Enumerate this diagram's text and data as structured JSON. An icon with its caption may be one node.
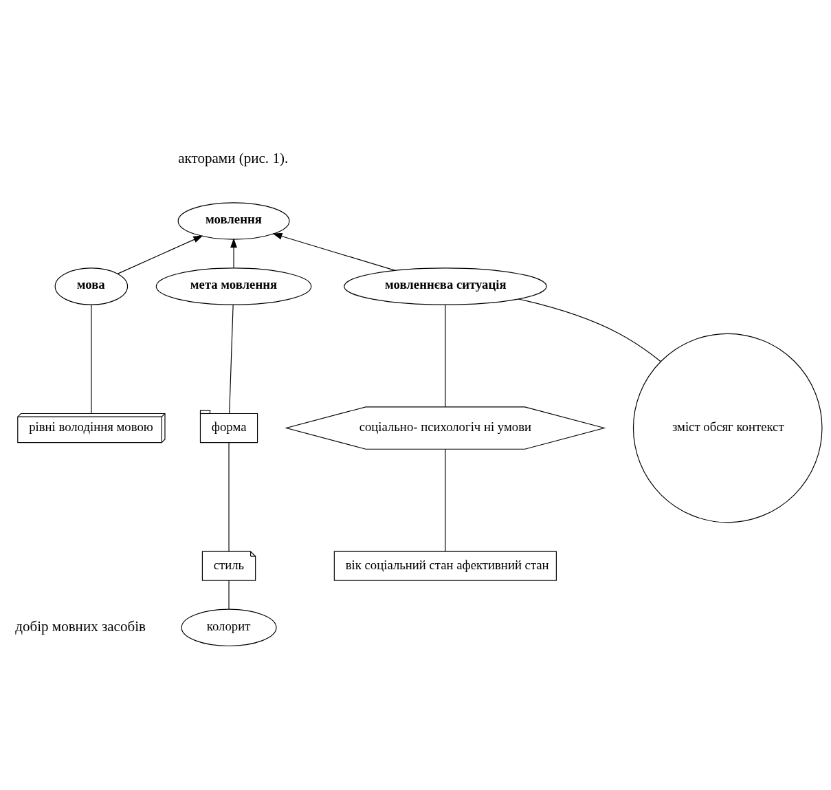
{
  "diagram": {
    "nodes": [
      {
        "text": [
          "мовлення"
        ]
      },
      {
        "text": [
          "мова"
        ]
      },
      {
        "text": [
          "мета мовлення"
        ]
      },
      {
        "text": [
          "мовленнєва ситуація"
        ]
      },
      {
        "text": [
          "рівні володіння мовою"
        ]
      },
      {
        "text": [
          "форма"
        ]
      },
      {
        "text": [
          "стиль"
        ]
      },
      {
        "text": [
          "соціально- психологіч ні умови"
        ]
      },
      {
        "text": [
          "колорит"
        ]
      },
      {
        "text": [
          "вік соціальний стан афективний стан"
        ]
      },
      {
        "text": [
          "зміст обсяг контекст"
        ]
      }
    ],
    "edges": [
      {
        "from": 1,
        "to": 0,
        "arrow": "to"
      },
      {
        "from": 2,
        "to": 0,
        "arrow": "to"
      },
      {
        "from": 3,
        "to": 0,
        "arrow": "to"
      },
      {
        "from": 1,
        "to": 4,
        "arrow": "none"
      },
      {
        "from": 2,
        "to": 5,
        "arrow": "none"
      },
      {
        "from": 5,
        "to": 6,
        "arrow": "none"
      },
      {
        "from": 6,
        "to": 8,
        "arrow": "none"
      },
      {
        "from": 3,
        "to": 7,
        "arrow": "none"
      },
      {
        "from": 7,
        "to": 9,
        "arrow": "none"
      },
      {
        "from": 3,
        "to": 10,
        "arrow": "none"
      }
    ],
    "labels": [
      "акторами (рис. 1).",
      "добір мовних засобів"
    ]
  }
}
